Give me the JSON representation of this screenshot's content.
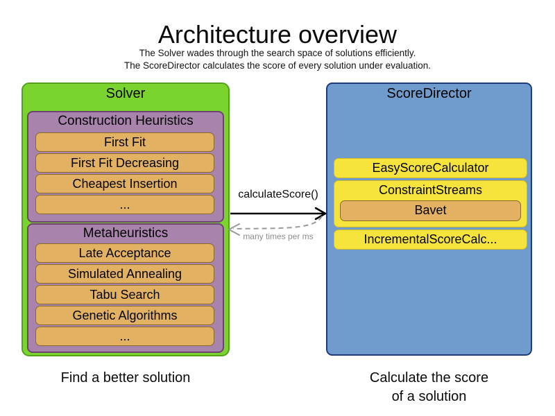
{
  "header": {
    "title": "Architecture overview",
    "subtitle_line1": "The Solver wades through the search space of solutions efficiently.",
    "subtitle_line2": "The ScoreDirector calculates the score of every solution under evaluation."
  },
  "solver": {
    "title": "Solver",
    "caption": "Find a better solution",
    "groups": [
      {
        "title": "Construction Heuristics",
        "items": [
          "First Fit",
          "First Fit Decreasing",
          "Cheapest Insertion",
          "..."
        ]
      },
      {
        "title": "Metaheuristics",
        "items": [
          "Late Acceptance",
          "Simulated Annealing",
          "Tabu Search",
          "Genetic Algorithms",
          "..."
        ]
      }
    ]
  },
  "score_director": {
    "title": "ScoreDirector",
    "caption_line1": "Calculate the score",
    "caption_line2": "of a solution",
    "calculators": [
      "EasyScoreCalculator",
      "ConstraintStreams",
      "IncrementalScoreCalc..."
    ],
    "constraint_streams_impl": "Bavet"
  },
  "connection": {
    "call_label": "calculateScore()",
    "frequency_label": "many times per ms"
  },
  "colors": {
    "solver_fill": "#7bd42e",
    "solver_border": "#54a21c",
    "group_fill": "#a883ab",
    "group_border": "#6e4273",
    "algorithm_fill": "#e3b162",
    "algorithm_border": "#8a6a26",
    "score_director_fill": "#6f9bcd",
    "score_director_border": "#1d3a7d",
    "calculator_fill": "#f6e43c",
    "calculator_border": "#d2b928",
    "call_arrow": "#000000",
    "return_arrow": "#999999"
  }
}
